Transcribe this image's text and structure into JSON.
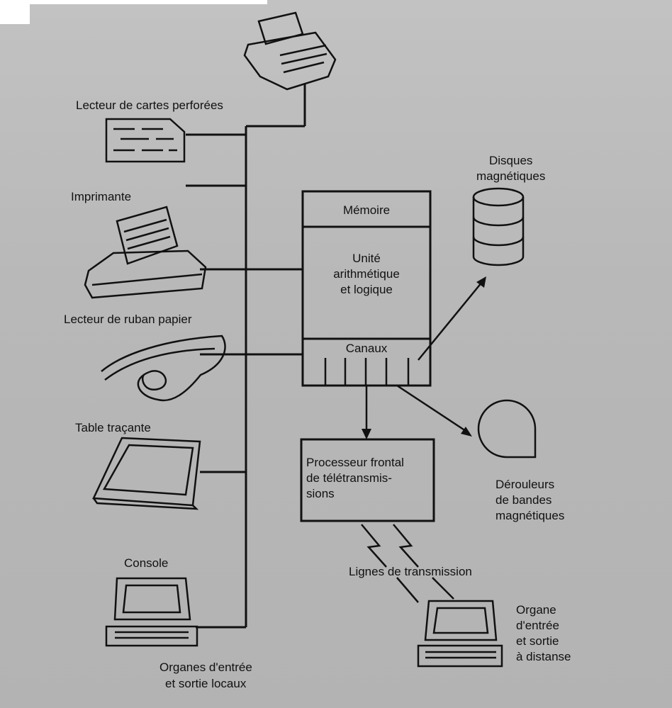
{
  "cpu": {
    "memory": "Mémoire",
    "alu": [
      "Unité",
      "arithmétique",
      "et logique"
    ],
    "channels": "Canaux"
  },
  "frontend": [
    "Processeur frontal",
    "de télétransmis-",
    "sions"
  ],
  "peripherals": {
    "card_reader": "Lecteur de cartes perforées",
    "printer": "Imprimante",
    "tape_reader": "Lecteur de ruban papier",
    "plotter": "Table traçante",
    "console": "Console",
    "local_io": [
      "Organes d'entrée",
      "et sortie locaux"
    ],
    "disks": [
      "Disques",
      "magnétiques"
    ],
    "tape_drives": [
      "Dérouleurs",
      "de bandes",
      "magnétiques"
    ],
    "lines": "Lignes de transmission",
    "remote_io": [
      "Organe",
      "d'entrée",
      "et sortie",
      "à distanse"
    ]
  }
}
